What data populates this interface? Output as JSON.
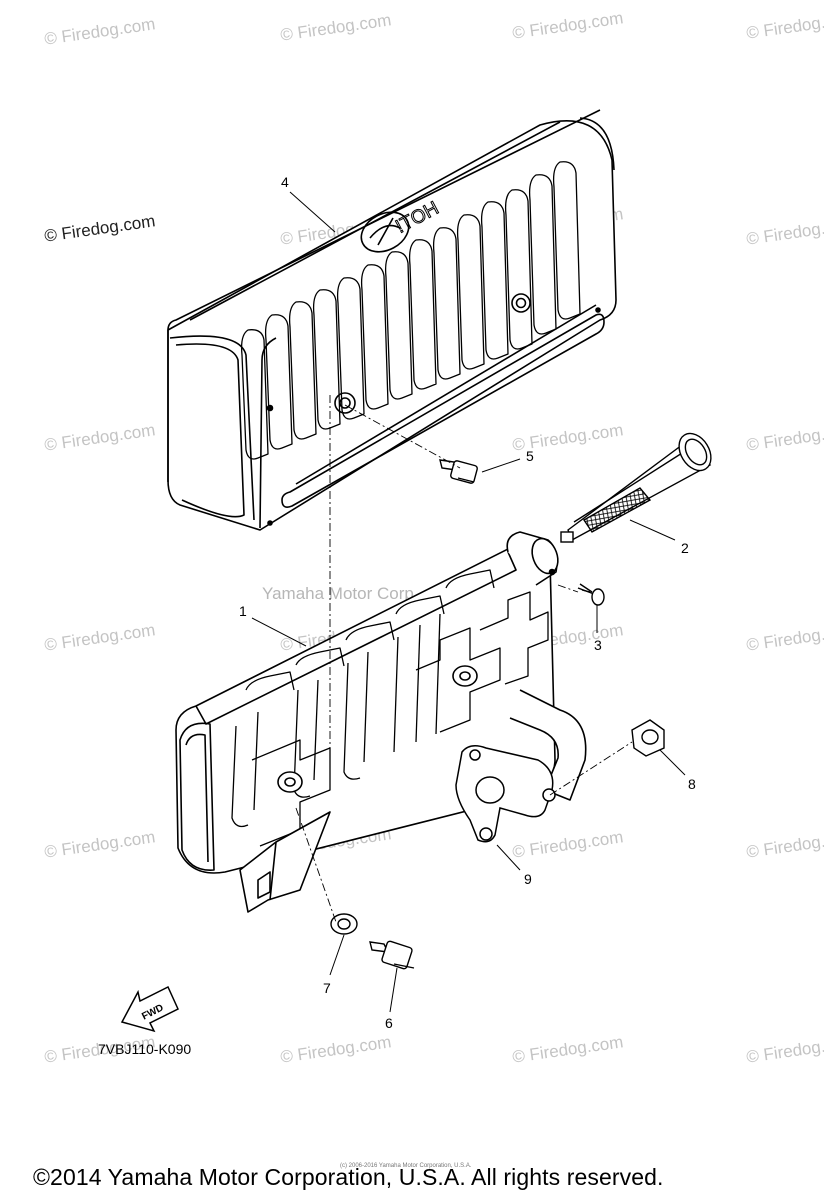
{
  "watermark_text": "© Firedog.com",
  "center_watermark": "Yamaha Motor Corp., U.S.A.",
  "heat_shield_text": "HOT!",
  "fwd_text": "FWD",
  "diagram_code": "7VBJ110-K090",
  "tiny_notice": "(c) 2006-2016 Yamaha Motor Corporation, U.S.A.",
  "copyright": "©2014 Yamaha Motor Corporation, U.S.A. All rights reserved.",
  "callouts": [
    {
      "num": "1"
    },
    {
      "num": "2"
    },
    {
      "num": "3"
    },
    {
      "num": "4"
    },
    {
      "num": "5"
    },
    {
      "num": "6"
    },
    {
      "num": "7"
    },
    {
      "num": "8"
    },
    {
      "num": "9"
    }
  ]
}
